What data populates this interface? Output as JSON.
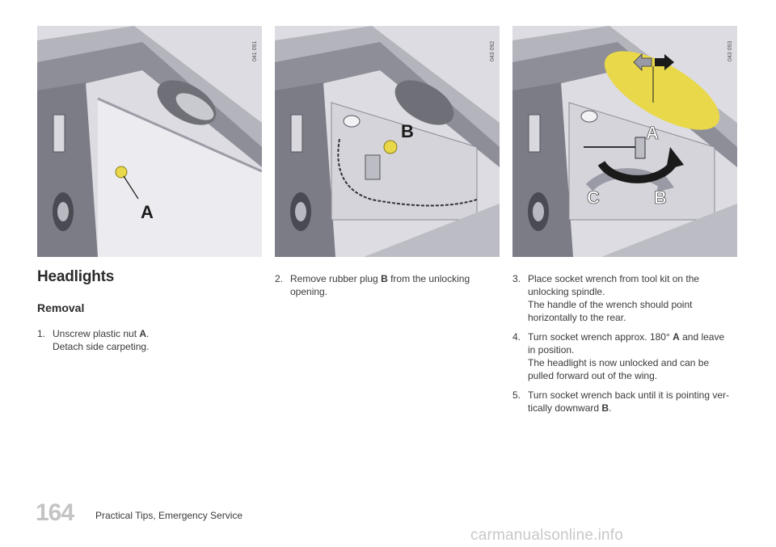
{
  "figures": [
    {
      "code": "041 091",
      "callouts": [
        "A"
      ]
    },
    {
      "code": "043 092",
      "callouts": [
        "B"
      ]
    },
    {
      "code": "043 093",
      "callouts": [
        "A",
        "B",
        "C"
      ]
    }
  ],
  "section": {
    "title": "Headlights",
    "subtitle": "Removal"
  },
  "steps": [
    {
      "num": "1.",
      "lines": [
        {
          "pre": "Unscrew plastic nut ",
          "bold": "A",
          "post": "."
        },
        {
          "pre": "Detach side carpeting.",
          "bold": "",
          "post": ""
        }
      ]
    },
    {
      "num": "2.",
      "lines": [
        {
          "pre": "Remove rubber plug ",
          "bold": "B",
          "post": " from the unlocking"
        },
        {
          "pre": "opening.",
          "bold": "",
          "post": ""
        }
      ]
    },
    {
      "num": "3.",
      "lines": [
        {
          "pre": "Place socket wrench from tool kit on the",
          "bold": "",
          "post": ""
        },
        {
          "pre": "unlocking spindle.",
          "bold": "",
          "post": ""
        },
        {
          "pre": "The handle of the wrench should point",
          "bold": "",
          "post": ""
        },
        {
          "pre": "horizontally to the rear.",
          "bold": "",
          "post": ""
        }
      ]
    },
    {
      "num": "4.",
      "lines": [
        {
          "pre": "Turn socket wrench approx. 180° ",
          "bold": "A",
          "post": " and leave"
        },
        {
          "pre": "in position.",
          "bold": "",
          "post": ""
        },
        {
          "pre": "The headlight is now unlocked and can be",
          "bold": "",
          "post": ""
        },
        {
          "pre": "pulled forward out of the wing.",
          "bold": "",
          "post": ""
        }
      ]
    },
    {
      "num": "5.",
      "lines": [
        {
          "pre": "Turn socket wrench back until it is pointing ver-",
          "bold": "",
          "post": ""
        },
        {
          "pre": "tically downward ",
          "bold": "B",
          "post": "."
        }
      ]
    }
  ],
  "footer": {
    "page_number": "164",
    "section": "Practical Tips, Emergency Service"
  },
  "watermark": "carmanualsonline.info",
  "colors": {
    "accent_yellow": "#e8d84a",
    "callout_dark": "#1a1a1a",
    "panel": "#8a8a94",
    "arrow_grey": "#9a9aa6"
  }
}
